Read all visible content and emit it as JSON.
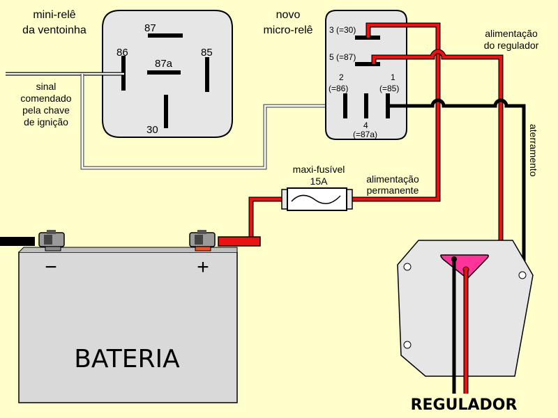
{
  "mini_relay": {
    "title_line1": "mini-relê",
    "title_line2": "da ventoinha",
    "pins": {
      "p87": "87",
      "p86": "86",
      "p87a": "87a",
      "p85": "85",
      "p30": "30"
    }
  },
  "micro_relay": {
    "title_line1": "novo",
    "title_line2": "micro-relê",
    "pins": {
      "p3": "3 (=30)",
      "p5": "5 (=87)",
      "p2": "2",
      "p2b": "(=86)",
      "p1": "1",
      "p1b": "(=85)",
      "p4": "4",
      "p4b": "(=87a)"
    }
  },
  "labels": {
    "signal_l1": "sinal",
    "signal_l2": "comendado",
    "signal_l3": "pela chave",
    "signal_l4": "de ignição",
    "reg_supply_l1": "alimentação",
    "reg_supply_l2": "do regulador",
    "fuse_l1": "maxi-fusível",
    "fuse_l2": "15A",
    "perm_l1": "alimentação",
    "perm_l2": "permanente",
    "ground": "aterramento"
  },
  "battery": {
    "label": "BATERIA",
    "neg": "−",
    "pos": "+"
  },
  "regulator": {
    "label": "REGULADOR"
  },
  "colors": {
    "background": "#ffffcc",
    "wire_red": "#ee1111",
    "wire_black": "#000000",
    "relay_fill": "#e6e6e6",
    "battery_fill": "#d9d9d9",
    "connector_pink": "#ff3399"
  }
}
